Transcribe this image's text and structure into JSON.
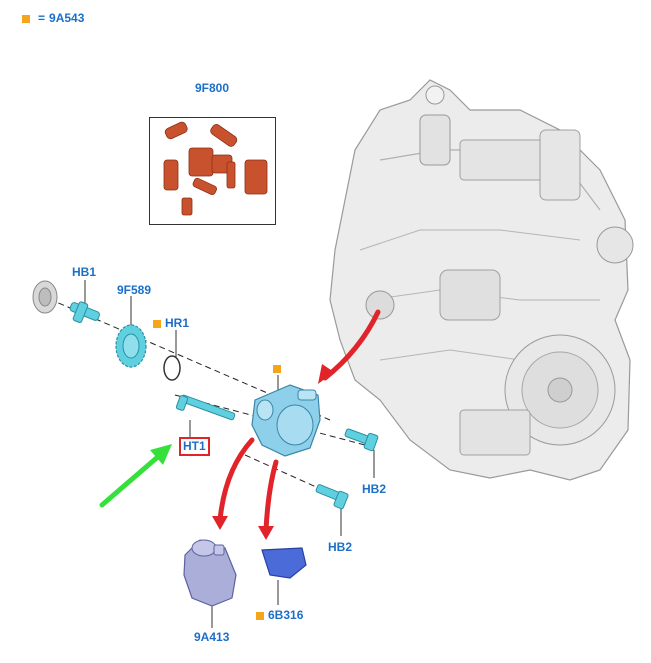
{
  "legend": {
    "marker": "square",
    "symbol": "=",
    "code": "9A543"
  },
  "labels": {
    "kit": "9F800",
    "bolt_top": "HB1",
    "gear": "9F589",
    "oring": "HR1",
    "stud": "HT1",
    "bolt_right": "HB2",
    "bolt_bottom": "HB2",
    "filter": "9A413",
    "cover": "6B316"
  },
  "colors": {
    "label_blue": "#1c6fc9",
    "marker_orange": "#f4a51c",
    "part_cyan": "#5fd0e0",
    "seal_red": "#c9522e",
    "arrow_red": "#e0242a",
    "arrow_green": "#35e03a",
    "highlight_red": "#e0242a"
  }
}
